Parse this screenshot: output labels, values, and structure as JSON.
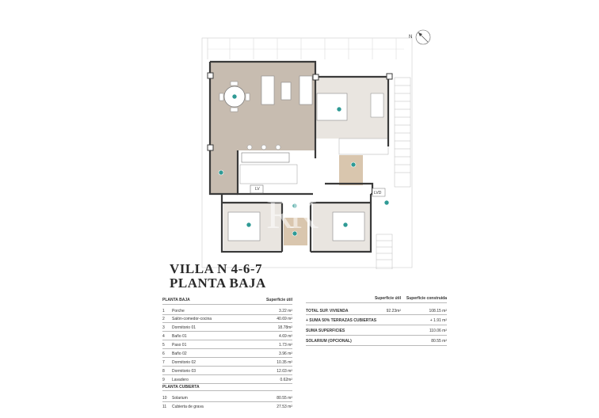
{
  "compass": {
    "label": "N"
  },
  "plan_labels": {
    "lv": "LV",
    "lvd": "LVD"
  },
  "watermark_letters": "RK",
  "title": {
    "line1": "VILLA N 4-6-7",
    "line2": "PLANTA BAJA"
  },
  "left_table": {
    "section1": "PLANTA BAJA",
    "col_header": "Superficie útil",
    "rows": [
      {
        "n": "1",
        "name": "Porche",
        "val": "3.22 m²"
      },
      {
        "n": "2",
        "name": "Salón-comedor-cocina",
        "val": "40.69 m²"
      },
      {
        "n": "3",
        "name": "Dormitorio 01",
        "val": "18.78m²"
      },
      {
        "n": "4",
        "name": "Baño 01",
        "val": "4.69 m²"
      },
      {
        "n": "5",
        "name": "Paso 01",
        "val": "1.73 m²"
      },
      {
        "n": "6",
        "name": "Baño 02",
        "val": "3.96 m²"
      },
      {
        "n": "7",
        "name": "Dormitorio 02",
        "val": "10.35 m²"
      },
      {
        "n": "8",
        "name": "Dormitorio 03",
        "val": "12.03 m²"
      },
      {
        "n": "9",
        "name": "Lavadero",
        "val": "0.62m²"
      }
    ],
    "section2": "PLANTA CUBIERTA",
    "rows2": [
      {
        "n": "10",
        "name": "Solarium",
        "val": "80.55 m²"
      },
      {
        "n": "11",
        "name": "Cubierta de grava",
        "val": "27.53 m²"
      }
    ]
  },
  "right_table": {
    "col1": "Superficie útil",
    "col2": "Superficie construida",
    "rows": [
      {
        "name": "TOTAL SUP. VIVIENDA",
        "v1": "92.23m²",
        "v2": "108.15 m²"
      },
      {
        "name": "+ SUMA 50% TERRAZAS CUBIERTAS",
        "v1": "",
        "v2": "+ 1.91 m²"
      },
      {
        "name": "SUMA SUPERFICIES",
        "v1": "",
        "v2": "110.06 m²"
      },
      {
        "name": "SOLARIUM (OPCIONAL)",
        "v1": "",
        "v2": "80.55 m²"
      }
    ]
  },
  "colors": {
    "terrace": "#c7bcb0",
    "room": "#e9e5e0",
    "wall": "#3a3a3a",
    "marker": "#2f9a95",
    "bath": "#d9c6ae"
  }
}
